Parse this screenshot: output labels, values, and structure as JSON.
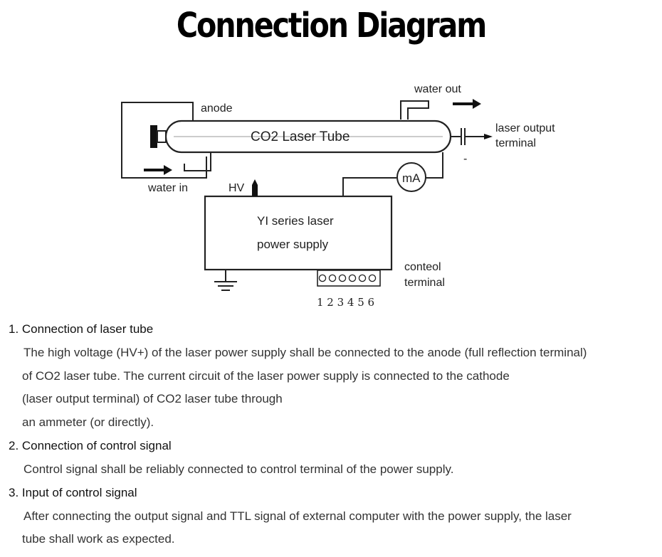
{
  "title": "Connection Diagram",
  "diagram": {
    "labels": {
      "anode": "anode",
      "water_out": "water out",
      "laser_output_line1": "laser output",
      "laser_output_line2": "terminal",
      "tube": "CO2 Laser Tube",
      "minus": "-",
      "water_in": "water in",
      "hv": "HV",
      "ammeter": "mA",
      "supply_line1": "YI series laser",
      "supply_line2": "power supply",
      "control_line1": "conteol",
      "control_line2": "terminal",
      "terminal_numbers": "1 2 3 4 5 6"
    }
  },
  "sections": [
    {
      "heading": "1. Connection of laser tube",
      "lines": [
        "The high voltage (HV+) of the laser power supply shall be connected to the anode (full reflection terminal)",
        "of CO2 laser tube. The current circuit of the laser power supply is connected to the cathode",
        "(laser output terminal) of CO2 laser tube through",
        "an ammeter (or directly)."
      ]
    },
    {
      "heading": "2. Connection of control signal",
      "lines": [
        "Control signal shall be reliably connected to control terminal of the power supply."
      ]
    },
    {
      "heading": "3. Input of control signal",
      "lines": [
        "After connecting the output signal and TTL signal of external computer with the power supply, the laser",
        "tube shall work as expected."
      ]
    }
  ]
}
